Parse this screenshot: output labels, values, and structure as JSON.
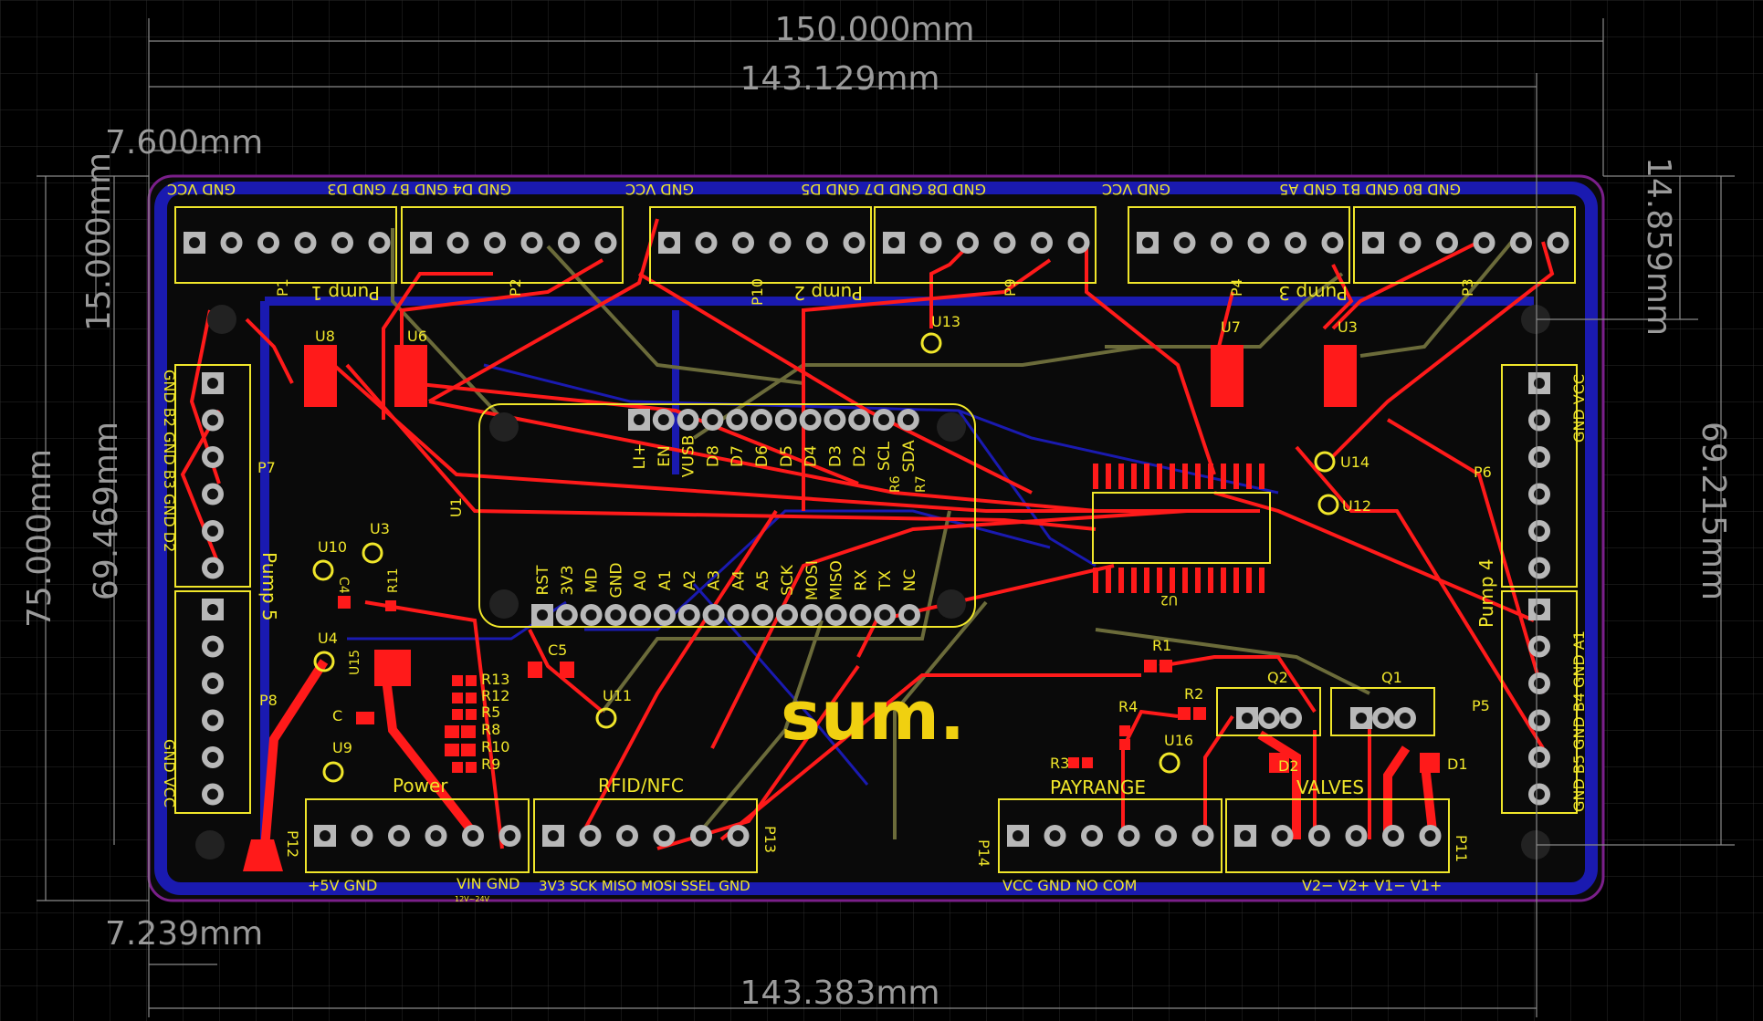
{
  "dimensions": {
    "top_width": "150.000mm",
    "inner_width": "143.129mm",
    "left_offset": "7.600mm",
    "left_height": "15.000mm",
    "right_offset": "14.859mm",
    "total_height": "75.000mm",
    "inner_height": "69.469mm",
    "right_height": "69.215mm",
    "bottom_offset": "7.239mm",
    "bottom_width": "143.383mm"
  },
  "logo": "sum.",
  "headers": [
    {
      "ref": "P1",
      "pins": "GND VCC",
      "label": "Pump 1"
    },
    {
      "ref": "P2",
      "pins": "GND D4 GND B7 GND D3"
    },
    {
      "ref": "P10",
      "pins": "GND VCC",
      "label": "Pump 2"
    },
    {
      "ref": "P9",
      "pins": "GND D8 GND D7 GND D5"
    },
    {
      "ref": "P4",
      "pins": "GND VCC",
      "label": "Pump 3"
    },
    {
      "ref": "P3",
      "pins": "GND B0 GND B1 GND A5"
    },
    {
      "ref": "P7",
      "pins": "GND B2 GND B3 GND D2",
      "label": "Pump 5"
    },
    {
      "ref": "P8",
      "pins": "GND VCC"
    },
    {
      "ref": "P6",
      "pins": "GND VCC",
      "label": "Pump 4"
    },
    {
      "ref": "P5",
      "pins": "GND B5 GND B4 GND A1"
    },
    {
      "ref": "P12",
      "pins": "+5V GND",
      "pins2": "VIN GND",
      "note": "12V~24V",
      "label": "Power"
    },
    {
      "ref": "P13",
      "pins": "3V3 SCK MISO MOSI SSEL GND",
      "label": "RFID/NFC"
    },
    {
      "ref": "P14",
      "pins": "VCC GND NO COM",
      "label": "PAYRANGE"
    },
    {
      "ref": "P11",
      "pins": "V2− V2+ V1− V1+",
      "label": "VALVES"
    }
  ],
  "mcu": {
    "ref": "U1",
    "top_pins": [
      "LI+",
      "EN",
      "VUSB",
      "D8",
      "D7",
      "D6",
      "D5",
      "D4",
      "D3",
      "D2",
      "SCL",
      "SDA"
    ],
    "bottom_pins": [
      "RST",
      "3V3",
      "MD",
      "GND",
      "A0",
      "A1",
      "A2",
      "A3",
      "A4",
      "A5",
      "SCK",
      "MOSI",
      "MISO",
      "RX",
      "TX",
      "NC"
    ],
    "extra_refs": [
      "R6",
      "R7"
    ]
  },
  "components": {
    "ics": [
      "U8",
      "U6",
      "U7",
      "U3",
      "U2",
      "U15"
    ],
    "testpoints": [
      "U13",
      "U14",
      "U12",
      "U10",
      "U3",
      "U4",
      "U9",
      "U11",
      "U16"
    ],
    "resistors": [
      "R11",
      "R13",
      "R12",
      "R5",
      "R8",
      "R10",
      "R9",
      "R1",
      "R2",
      "R4",
      "R3"
    ],
    "caps": [
      "C4",
      "C5",
      "C"
    ],
    "transistors": [
      "Q2",
      "Q1"
    ],
    "diodes": [
      "D2",
      "D1"
    ]
  },
  "colors": {
    "background": "#000000",
    "grid": "#2a2a2a",
    "copper_top": "#ff1a1a",
    "copper_bottom": "#1a1ab0",
    "silkscreen": "#f0e62a",
    "inner_trace": "#6b6b3a",
    "board_outline": "#7a1f8a"
  }
}
